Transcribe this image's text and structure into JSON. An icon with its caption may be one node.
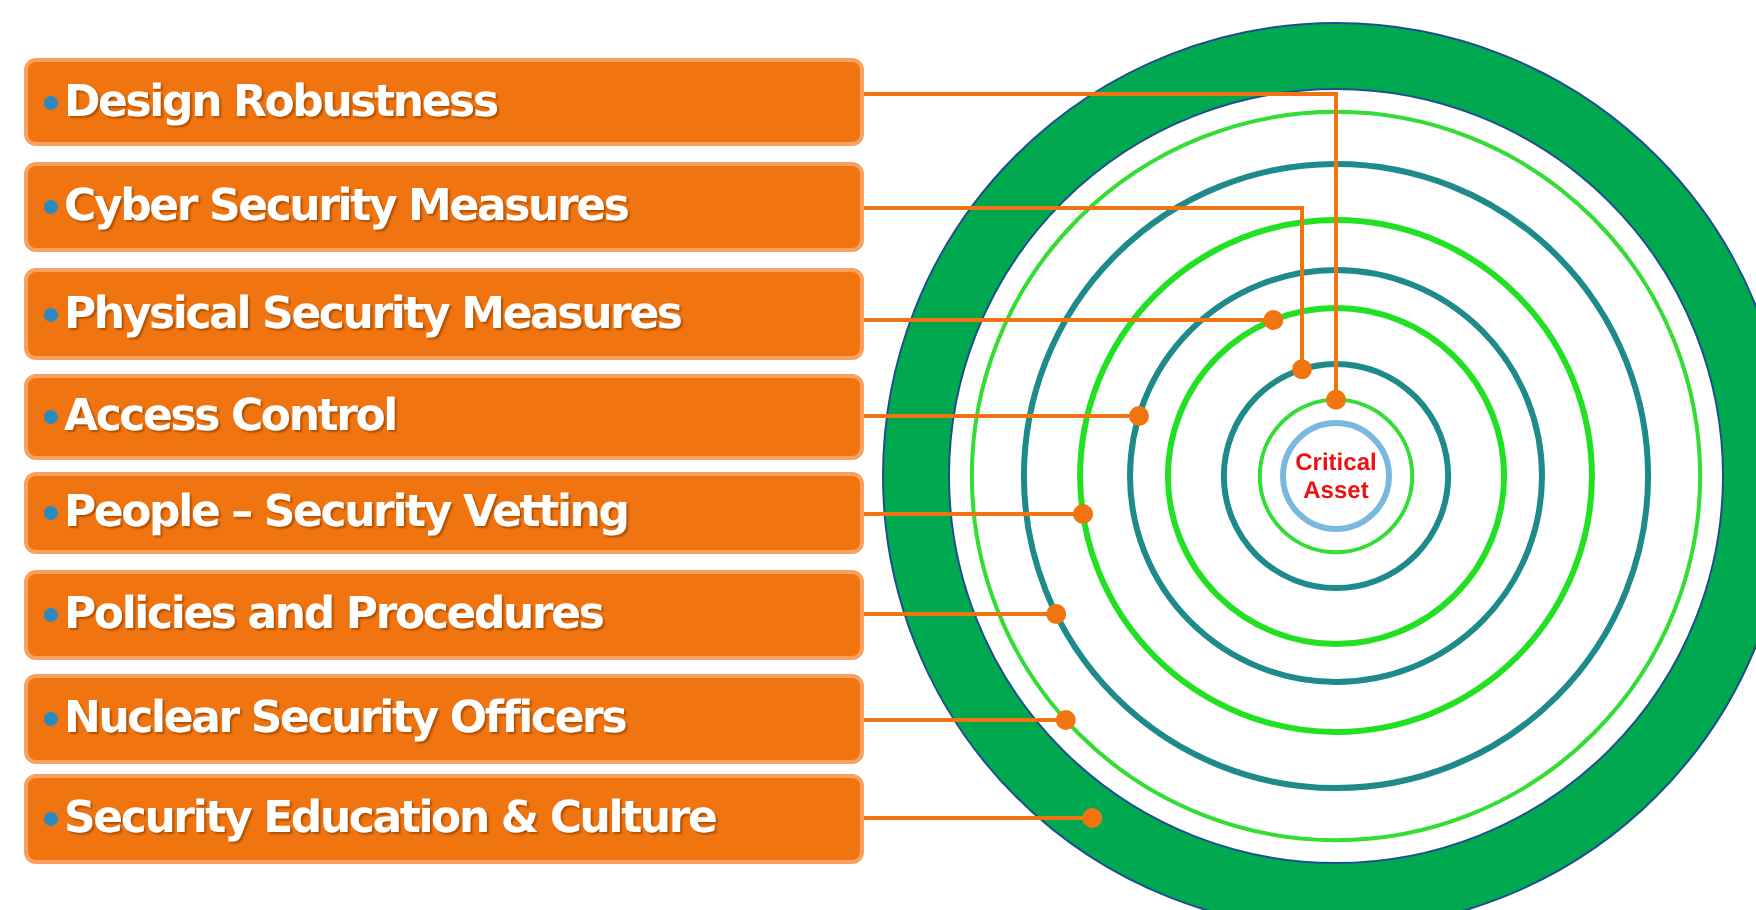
{
  "diagram": {
    "nodes": [
      {
        "text": [
          "Design Robustness"
        ]
      },
      {
        "text": [
          "Cyber Security Measures"
        ]
      },
      {
        "text": [
          "Physical Security Measures"
        ]
      },
      {
        "text": [
          "Access Control"
        ]
      },
      {
        "text": [
          "People – Security Vetting"
        ]
      },
      {
        "text": [
          "Policies and Procedures"
        ]
      },
      {
        "text": [
          "Nuclear Security Officers"
        ]
      },
      {
        "text": [
          "Security Education & Culture"
        ]
      },
      {
        "text": [
          "Critical Asset"
        ],
        "in": 16
      },
      {
        "text": [],
        "shape": "circle"
      },
      {
        "text": [],
        "shape": "circle",
        "in": 9
      },
      {
        "text": [],
        "shape": "circle",
        "in": 10
      },
      {
        "text": [],
        "shape": "circle",
        "in": 11
      },
      {
        "text": [],
        "shape": "circle",
        "in": 12
      },
      {
        "text": [],
        "shape": "circle",
        "in": 13
      },
      {
        "text": [],
        "shape": "circle",
        "in": 14
      },
      {
        "text": [],
        "shape": "circle",
        "in": 15
      }
    ],
    "edges": [
      {
        "from": 0,
        "to": 16,
        "arrow": "other"
      },
      {
        "from": 1,
        "to": 15,
        "arrow": "other"
      },
      {
        "from": 2,
        "to": 14,
        "arrow": "other"
      },
      {
        "from": 3,
        "to": 13,
        "arrow": "other"
      },
      {
        "from": 4,
        "to": 12,
        "arrow": "other"
      },
      {
        "from": 5,
        "to": 11,
        "arrow": "other"
      },
      {
        "from": 6,
        "to": 10,
        "arrow": "other"
      },
      {
        "from": 7,
        "to": 9,
        "arrow": "other"
      }
    ]
  }
}
